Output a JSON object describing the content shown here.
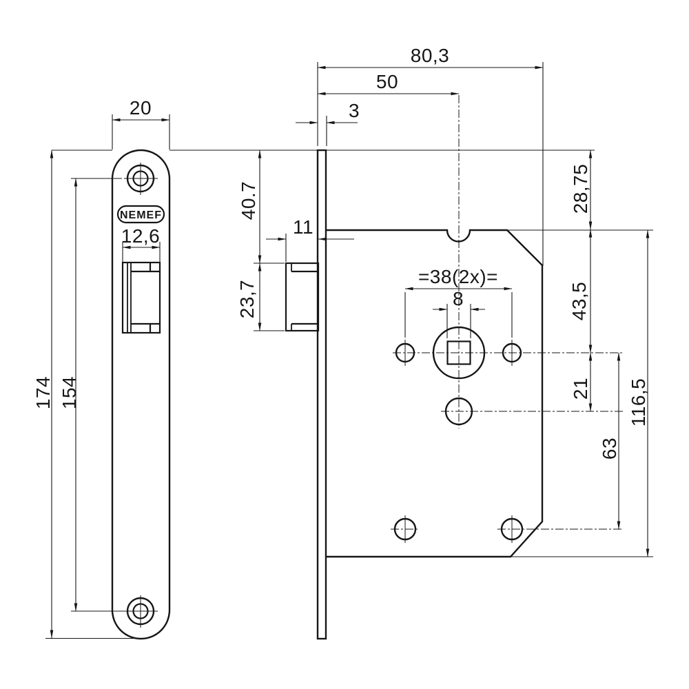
{
  "drawing": {
    "brand": "NEMEF",
    "type_note": "mortise lock dimensional drawing",
    "colors": {
      "line": "#161616",
      "background": "#ffffff"
    },
    "dims": {
      "plate_width": "20",
      "plate_height": "174",
      "screw_spacing": "154",
      "latch_width": "12,6",
      "lock_depth": "80,3",
      "backset": "50",
      "plate_thickness": "3",
      "latch_offset_top": "40.7",
      "latch_projection": "11",
      "latch_height": "23,7",
      "case_offset_top": "28,75",
      "spindle_offset": "43,5",
      "follower_offset": "21",
      "case_height": "116,5",
      "bottom_holes_offset": "63",
      "fixing_spacing": "=38(2x)=",
      "square_size": "8"
    }
  }
}
